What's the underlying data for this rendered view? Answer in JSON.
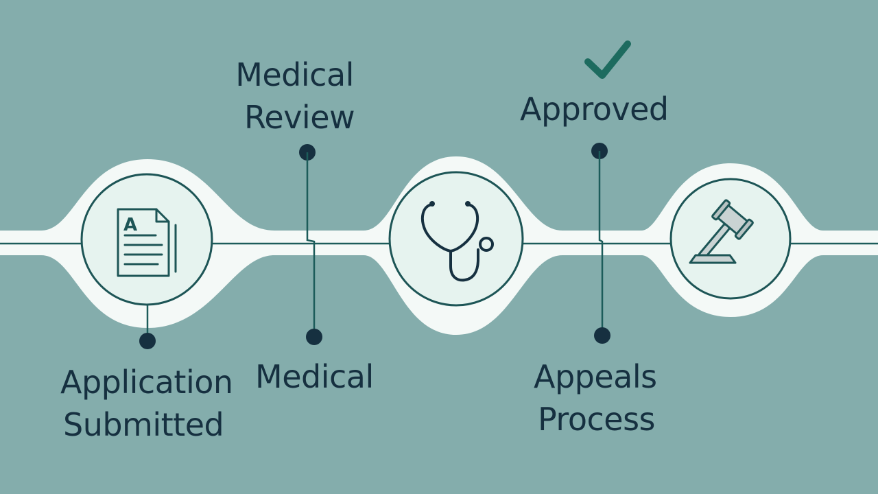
{
  "colors": {
    "background": "#84adac",
    "band": "#f4f9f7",
    "circle_fill": "#e6f3ef",
    "stroke": "#1d5556",
    "text": "#163040",
    "check": "#1d6b5f",
    "line": "#1c5c5a"
  },
  "icons": {
    "application": "document-icon",
    "medical": "stethoscope-icon",
    "appeals": "gavel-icon",
    "approved": "check-icon"
  },
  "labels": {
    "medical_review": {
      "line1": "Medical",
      "line2": "Review"
    },
    "approved": "Approved",
    "application_submitted": {
      "line1": "Application",
      "line2": "Submitted"
    },
    "medical": "Medical",
    "appeals_process": {
      "line1": "Appeals",
      "line2": "Process"
    }
  },
  "document_glyph": "A"
}
